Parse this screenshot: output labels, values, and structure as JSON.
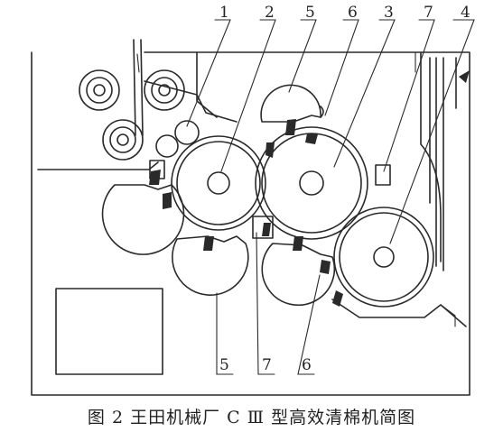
{
  "callouts_top": [
    "1",
    "2",
    "5",
    "6",
    "3",
    "7",
    "4"
  ],
  "callouts_bottom": [
    "5",
    "7",
    "6"
  ],
  "caption": "图 2  王田机械厂 C Ⅲ 型高效清棉机简图"
}
